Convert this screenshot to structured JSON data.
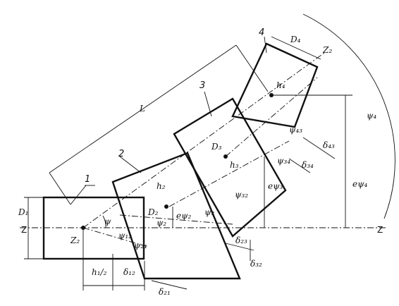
{
  "part_numbers": [
    "1",
    "2",
    "3",
    "4"
  ],
  "labels": {
    "L": "L",
    "D1": "D₁",
    "D4": "D₄",
    "Z_left": "Z",
    "Z_right": "Z",
    "Z2_origin": "Z₂",
    "Z2_top": "Z₂",
    "psi": "ψ",
    "psi12": "ψ₁₂",
    "psi21": "ψ₂₁",
    "psi2": "ψ₂",
    "psi3": "ψ₃",
    "psi32": "ψ₃₂",
    "psi34": "ψ₃₄",
    "psi43": "ψ₄₃",
    "psi4": "ψ₄",
    "h2": "h₂",
    "h3": "h₃",
    "h4": "h₄",
    "h12": "h₁/₂",
    "D2": "D₂",
    "D3": "D₃",
    "e_psi2": "eψ₂",
    "e_psi3": "eψ₃",
    "e_psi4": "eψ₄",
    "delta12": "δ₁₂",
    "delta21": "δ₂₁",
    "delta23": "δ₂₃",
    "delta32": "δ₃₂",
    "delta34": "δ₃₄",
    "delta43": "δ₄₃"
  }
}
